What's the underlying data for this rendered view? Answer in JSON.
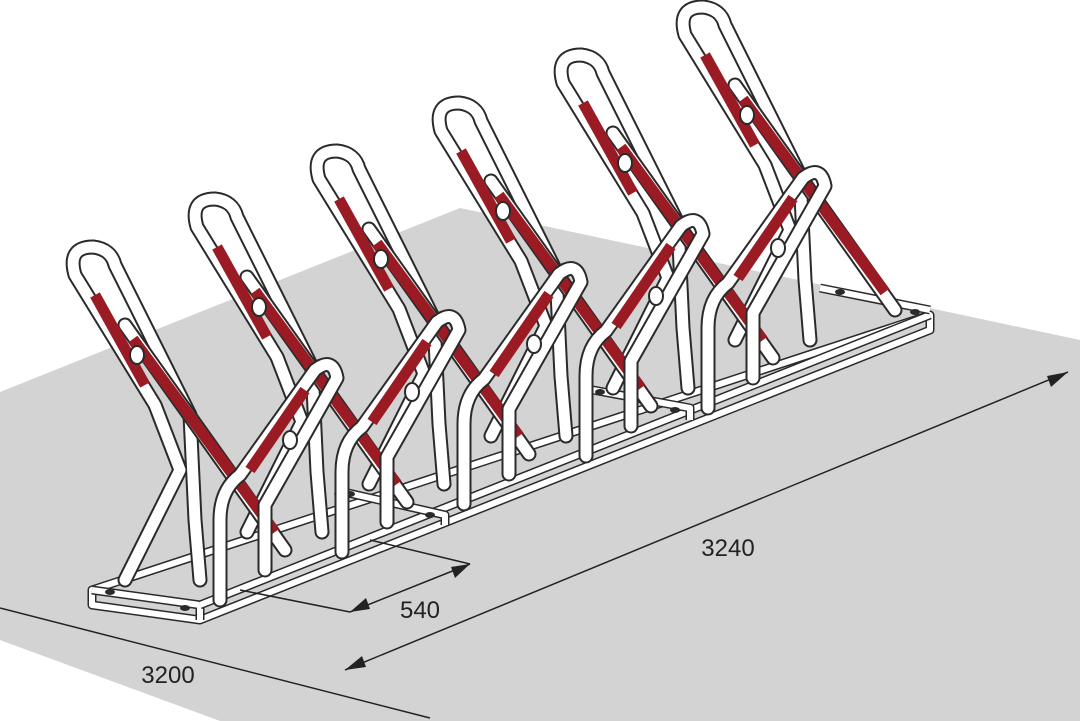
{
  "dimensions": {
    "total_length": "3240",
    "bay_spacing": "540",
    "floor_width": "3200"
  },
  "colors": {
    "floor": "#d3d3d3",
    "stripe_red": "#9b1b24",
    "outline": "#2a2a2a",
    "background": "#ffffff"
  },
  "rack": {
    "high_holders": 6,
    "low_holders": 5
  }
}
